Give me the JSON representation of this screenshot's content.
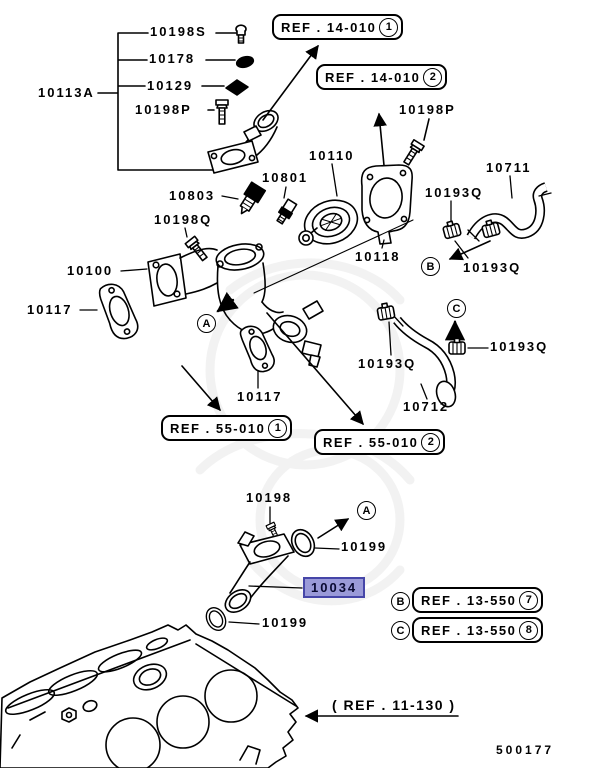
{
  "diagram": {
    "drawing_number": "500177",
    "highlight": {
      "bg": "#9a9ad8",
      "border": "#4646a8",
      "text_color": "#0a0a32"
    },
    "parts": {
      "p10198S": "10198S",
      "p10178": "10178",
      "p10129": "10129",
      "p10113A": "10113A",
      "p10198P_top": "10198P",
      "p10198P_right": "10198P",
      "p10110": "10110",
      "p10711": "10711",
      "p10803": "10803",
      "p10801": "10801",
      "p10198Q": "10198Q",
      "p10193Q_a": "10193Q",
      "p10193Q_b": "10193Q",
      "p10193Q_c": "10193Q",
      "p10193Q_d": "10193Q",
      "p10118": "10118",
      "p10100": "10100",
      "p10117_a": "10117",
      "p10117_b": "10117",
      "p10712": "10712",
      "p10198": "10198",
      "p10199_a": "10199",
      "p10199_b": "10199",
      "p10034": "10034"
    },
    "ref_labels": {
      "ref14_1": {
        "text": "REF . 14-010",
        "num": "1"
      },
      "ref14_2": {
        "text": "REF . 14-010",
        "num": "2"
      },
      "ref55_1": {
        "text": "REF . 55-010",
        "num": "1"
      },
      "ref55_2": {
        "text": "REF . 55-010",
        "num": "2"
      },
      "ref13_7": {
        "text": "REF . 13-550",
        "num": "7"
      },
      "ref13_8": {
        "text": "REF . 13-550",
        "num": "8"
      },
      "ref11_130": "( REF . 11-130 )"
    },
    "markers": {
      "a": "A",
      "b": "B",
      "c": "C"
    }
  }
}
